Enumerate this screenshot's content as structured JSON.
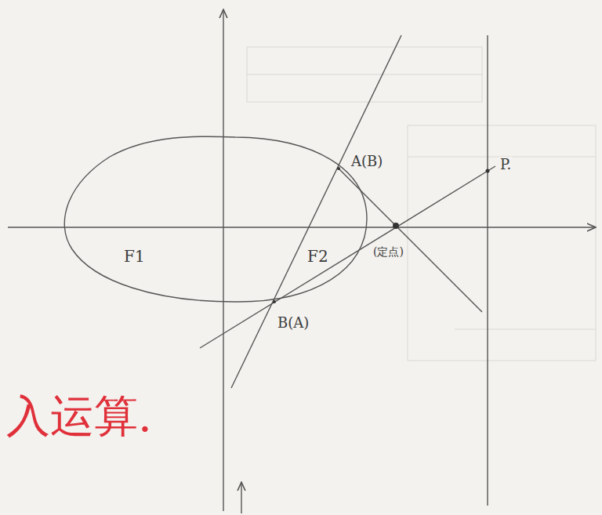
{
  "diagram": {
    "labels": [
      "A(B)",
      "B(A)",
      "F1",
      "F2",
      "(定点)",
      "P.",
      "入运算."
    ]
  }
}
